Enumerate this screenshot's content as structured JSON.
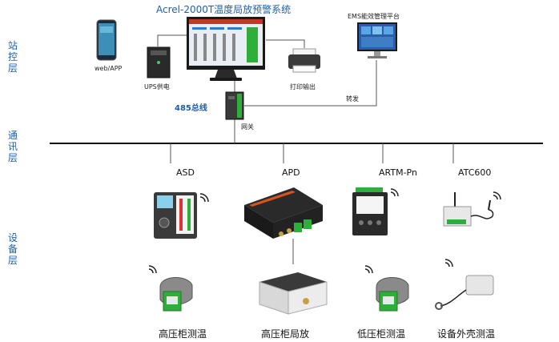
{
  "system_title": "Acrel-2000T温度局放预警系统",
  "layers": {
    "station": [
      "站",
      "控",
      "层"
    ],
    "communication": [
      "通",
      "讯",
      "层"
    ],
    "device": [
      "设",
      "备",
      "层"
    ]
  },
  "station_devices": {
    "phone_label": "web/APP",
    "ups_label": "UPS供电",
    "printer_label": "打印输出",
    "ems_label": "EMS能效管理平台",
    "forward_label": "转发",
    "bus_label": "485总线",
    "gateway_label": "网关"
  },
  "field_devices": [
    {
      "label": "ASD"
    },
    {
      "label": "APD"
    },
    {
      "label": "ARTM-Pn"
    },
    {
      "label": "ATC600"
    }
  ],
  "sensors": [
    {
      "label": "高压柜测温"
    },
    {
      "label": "高压柜局放"
    },
    {
      "label": "低压柜测温"
    },
    {
      "label": "设备外壳测温"
    }
  ],
  "colors": {
    "accent_blue": "#1f5fa8",
    "bus_line": "#111111",
    "terminal_green": "#2fae3a",
    "device_dark": "#2a2a2a"
  }
}
